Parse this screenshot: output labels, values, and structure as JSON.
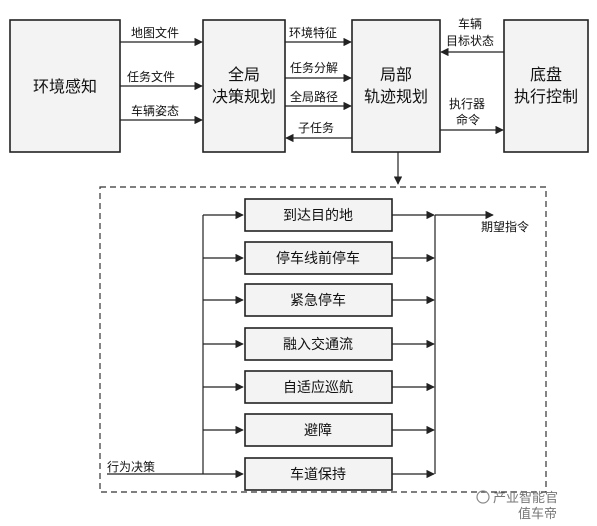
{
  "modules": {
    "perception": "环境感知",
    "global_planning": [
      "全局",
      "决策规划"
    ],
    "local_planning": [
      "局部",
      "轨迹规划"
    ],
    "chassis": [
      "底盘",
      "执行控制"
    ]
  },
  "flows": {
    "perception_to_global": [
      "地图文件",
      "任务文件",
      "车辆姿态"
    ],
    "global_to_local": [
      "环境特征",
      "任务分解",
      "全局路径"
    ],
    "local_to_global": "子任务",
    "chassis_feedback": [
      "车辆",
      "目标状态"
    ],
    "local_to_chassis": [
      "执行器",
      "命令"
    ]
  },
  "behavior": {
    "input_label": "行为决策",
    "output_label": "期望指令",
    "items": [
      "到达目的地",
      "停车线前停车",
      "紧急停车",
      "融入交通流",
      "自适应巡航",
      "避障",
      "车道保持"
    ]
  },
  "watermark": [
    "产业智能官",
    "值车帝"
  ]
}
